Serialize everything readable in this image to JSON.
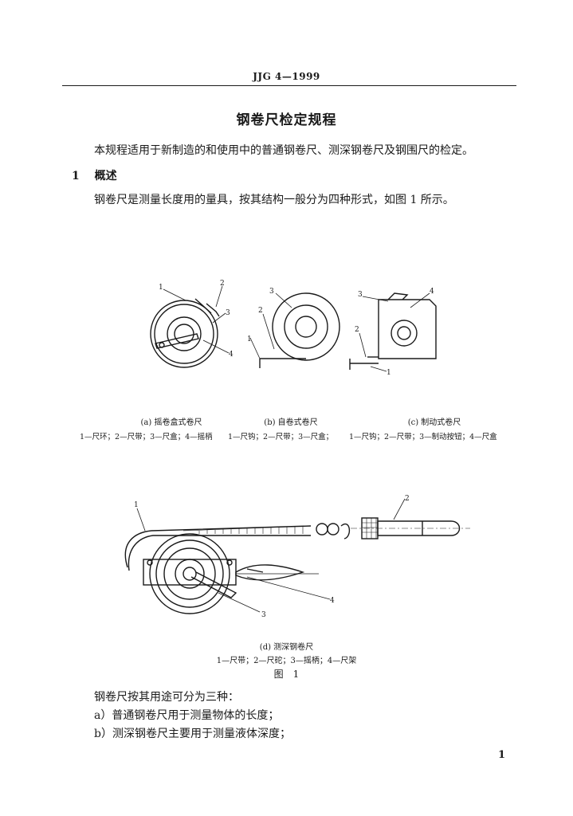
{
  "header": {
    "code": "JJG 4—1999"
  },
  "title": "钢卷尺检定规程",
  "intro": "本规程适用于新制造的和使用中的普通钢卷尺、测深钢卷尺及钢围尺的检定。",
  "section1": {
    "number": "1",
    "heading": "概述"
  },
  "para1": "钢卷尺是测量长度用的量具，按其结构一般分为四种形式，如图 1 所示。",
  "figure": {
    "a": {
      "caption": "(a) 摇卷盒式卷尺",
      "legend": "1—尺环；2—尺带；3—尺盒；4—摇柄",
      "labels": [
        "1",
        "2",
        "3",
        "4"
      ]
    },
    "b": {
      "caption": "(b) 自卷式卷尺",
      "legend": "1—尺钩；2—尺带；3—尺盒；",
      "labels": [
        "1",
        "2",
        "3"
      ]
    },
    "c": {
      "caption": "(c) 制动式卷尺",
      "legend": "1—尺钩；2—尺带；3—制动按钮；4—尺盒",
      "labels": [
        "1",
        "2",
        "3",
        "4"
      ]
    },
    "d": {
      "caption": "(d) 测深钢卷尺",
      "legend": "1—尺带；2—尺砣；3—摇柄；4—尺架",
      "labels": [
        "1",
        "2",
        "3",
        "4"
      ]
    },
    "title": "图　1"
  },
  "para2": "钢卷尺按其用途可分为三种：",
  "list": [
    "a）普通钢卷尺用于测量物体的长度；",
    "b）测深钢卷尺主要用于测量液体深度；"
  ],
  "page_number": "1"
}
